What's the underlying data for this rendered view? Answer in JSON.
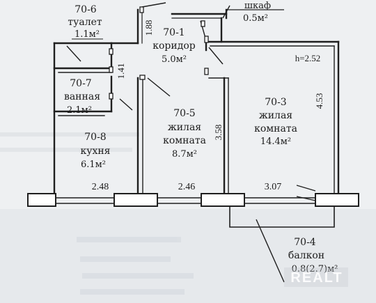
{
  "rooms": {
    "r706": {
      "code": "70-6",
      "name": "туалет",
      "area": "1.1м²"
    },
    "shkaf": {
      "name": "шкаф",
      "area": "0.5м²"
    },
    "r701": {
      "code": "70-1",
      "name": "коридор",
      "area": "5.0м²"
    },
    "r707": {
      "code": "70-7",
      "name": "ванная",
      "area": "2.1м²"
    },
    "r703": {
      "code": "70-3",
      "name1": "жилая",
      "name2": "комната",
      "area": "14.4м²"
    },
    "r705": {
      "code": "70-5",
      "name1": "жилая",
      "name2": "комната",
      "area": "8.7м²"
    },
    "r708": {
      "code": "70-8",
      "name": "кухня",
      "area": "6.1м²"
    },
    "r704": {
      "code": "70-4",
      "name": "балкон",
      "area": "0.8(2.7)м²"
    }
  },
  "dimensions": {
    "corridor_width": "1.88",
    "bath_height": "1.41",
    "ceiling_height": "h=2.52",
    "room3_depth": "4.53",
    "room5_depth": "3.58",
    "window1": "2.48",
    "window2": "2.46",
    "window3": "3.07"
  },
  "watermark": "REALT"
}
